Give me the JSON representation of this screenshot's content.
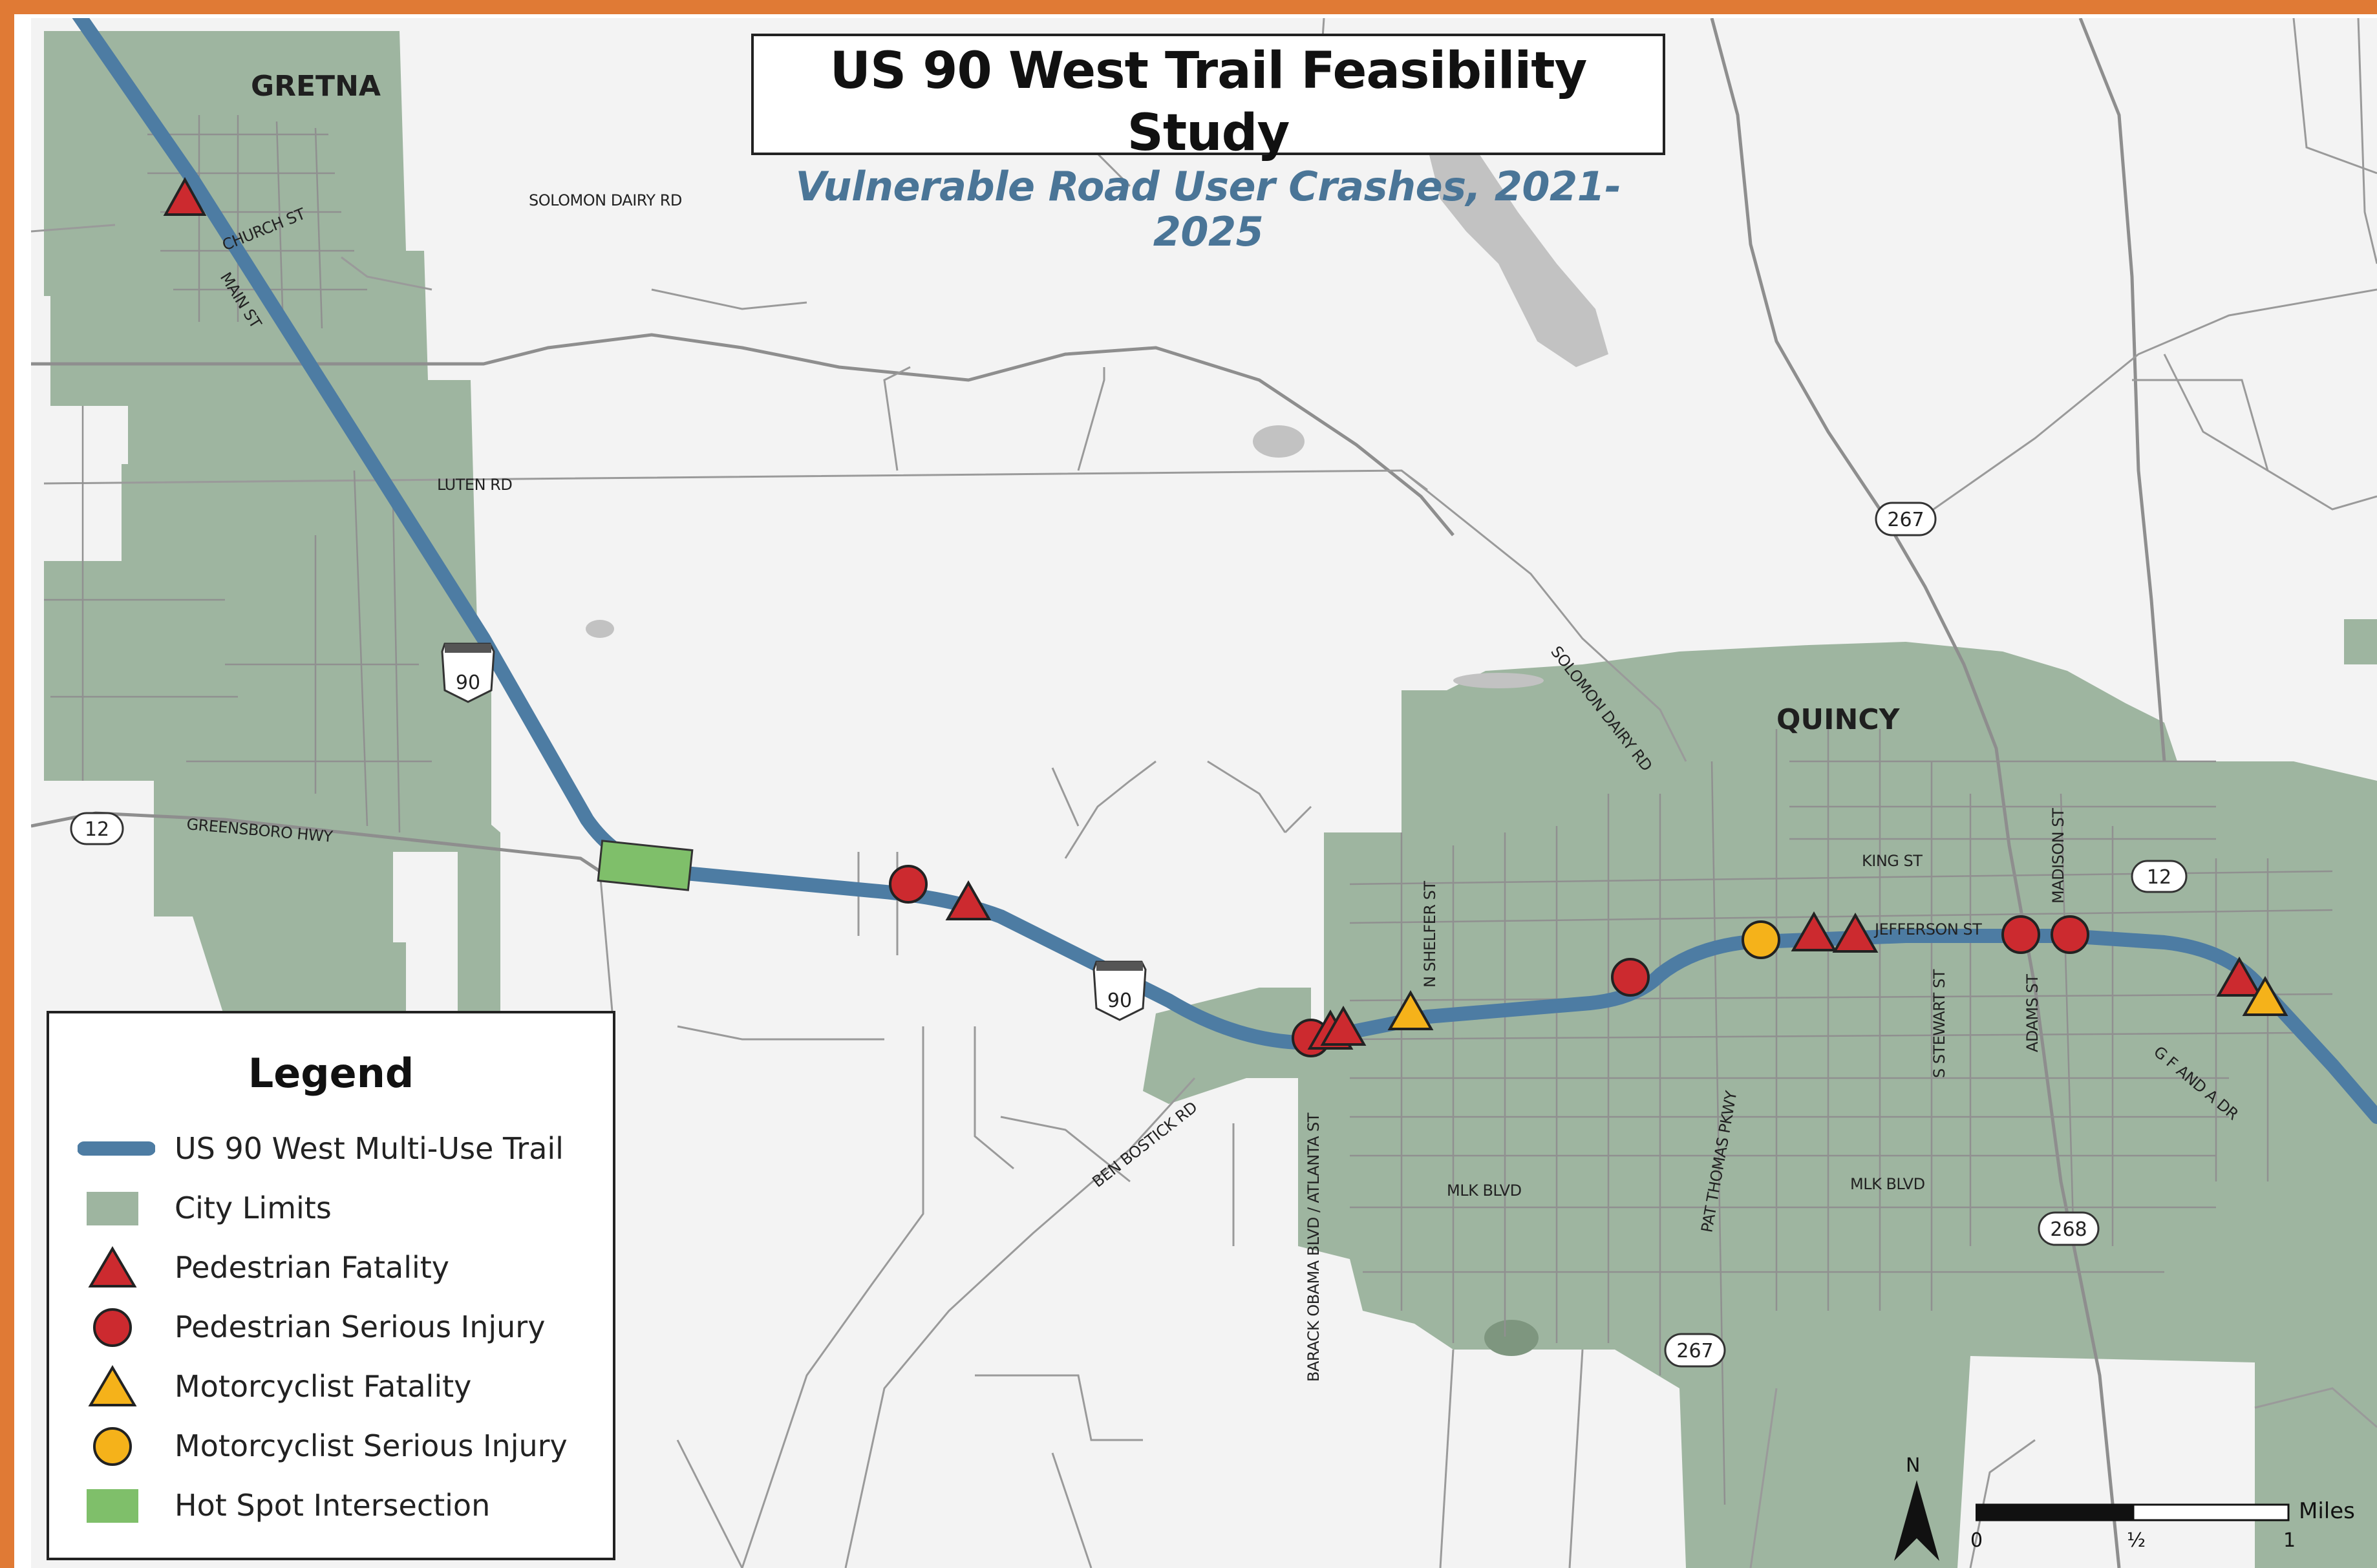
{
  "title": "US 90 West Trail Feasibility Study",
  "subtitle": "Vulnerable Road User Crashes, 2021-2025",
  "colors": {
    "frame": "#e07a35",
    "trail": "#4d7ca3",
    "city_limits": "#9eb5a0",
    "crash_fatal_ped": "#cc2a2f",
    "crash_injury_ped": "#cc2a2f",
    "crash_motor": "#f5b21a",
    "hot_spot": "#7fbf6a",
    "title_sub": "#4a7597"
  },
  "cities": {
    "gretna": "GRETNA",
    "quincy": "QUINCY"
  },
  "roads": {
    "solomon_dairy_rd_north": "SOLOMON DAIRY RD",
    "church_st": "CHURCH ST",
    "main_st": "MAIN ST",
    "luten_rd": "LUTEN RD",
    "greensboro_hwy": "GREENSBORO HWY",
    "solomon_dairy_rd_east": "SOLOMON DAIRY RD",
    "ben_bostick_rd": "BEN BOSTICK RD",
    "barack_obama_blvd": "BARACK OBAMA BLVD / ATLANTA ST",
    "n_shelfer_st": "N SHELFER ST",
    "pat_thomas_pkwy": "PAT THOMAS PKWY",
    "king_st": "KING ST",
    "jefferson_st": "JEFFERSON ST",
    "madison_st": "MADISON ST",
    "adams_st": "ADAMS ST",
    "s_stewart_st": "S STEWART ST",
    "g_f_and_a_dr": "G F AND A DR",
    "mlk_blvd_west": "MLK BLVD",
    "mlk_blvd_east": "MLK BLVD"
  },
  "shields": {
    "us90_west": "90",
    "us90_mid": "90",
    "sr12_west": "12",
    "sr12_east": "12",
    "sr267_north": "267",
    "sr267_south": "267",
    "sr268": "268"
  },
  "legend": {
    "title": "Legend",
    "items": [
      {
        "label": "US 90 West Multi-Use Trail",
        "icon": "trail-line-icon"
      },
      {
        "label": "City Limits",
        "icon": "city-limits-swatch-icon"
      },
      {
        "label": "Pedestrian Fatality",
        "icon": "red-triangle-icon"
      },
      {
        "label": "Pedestrian Serious Injury",
        "icon": "red-circle-icon"
      },
      {
        "label": "Motorcyclist Fatality",
        "icon": "yellow-triangle-icon"
      },
      {
        "label": "Motorcyclist Serious Injury",
        "icon": "yellow-circle-icon"
      },
      {
        "label": "Hot Spot Intersection",
        "icon": "green-rectangle-icon"
      }
    ]
  },
  "north_arrow": "N",
  "scale": {
    "ticks": [
      "0",
      "½",
      "1"
    ],
    "units": "Miles"
  }
}
